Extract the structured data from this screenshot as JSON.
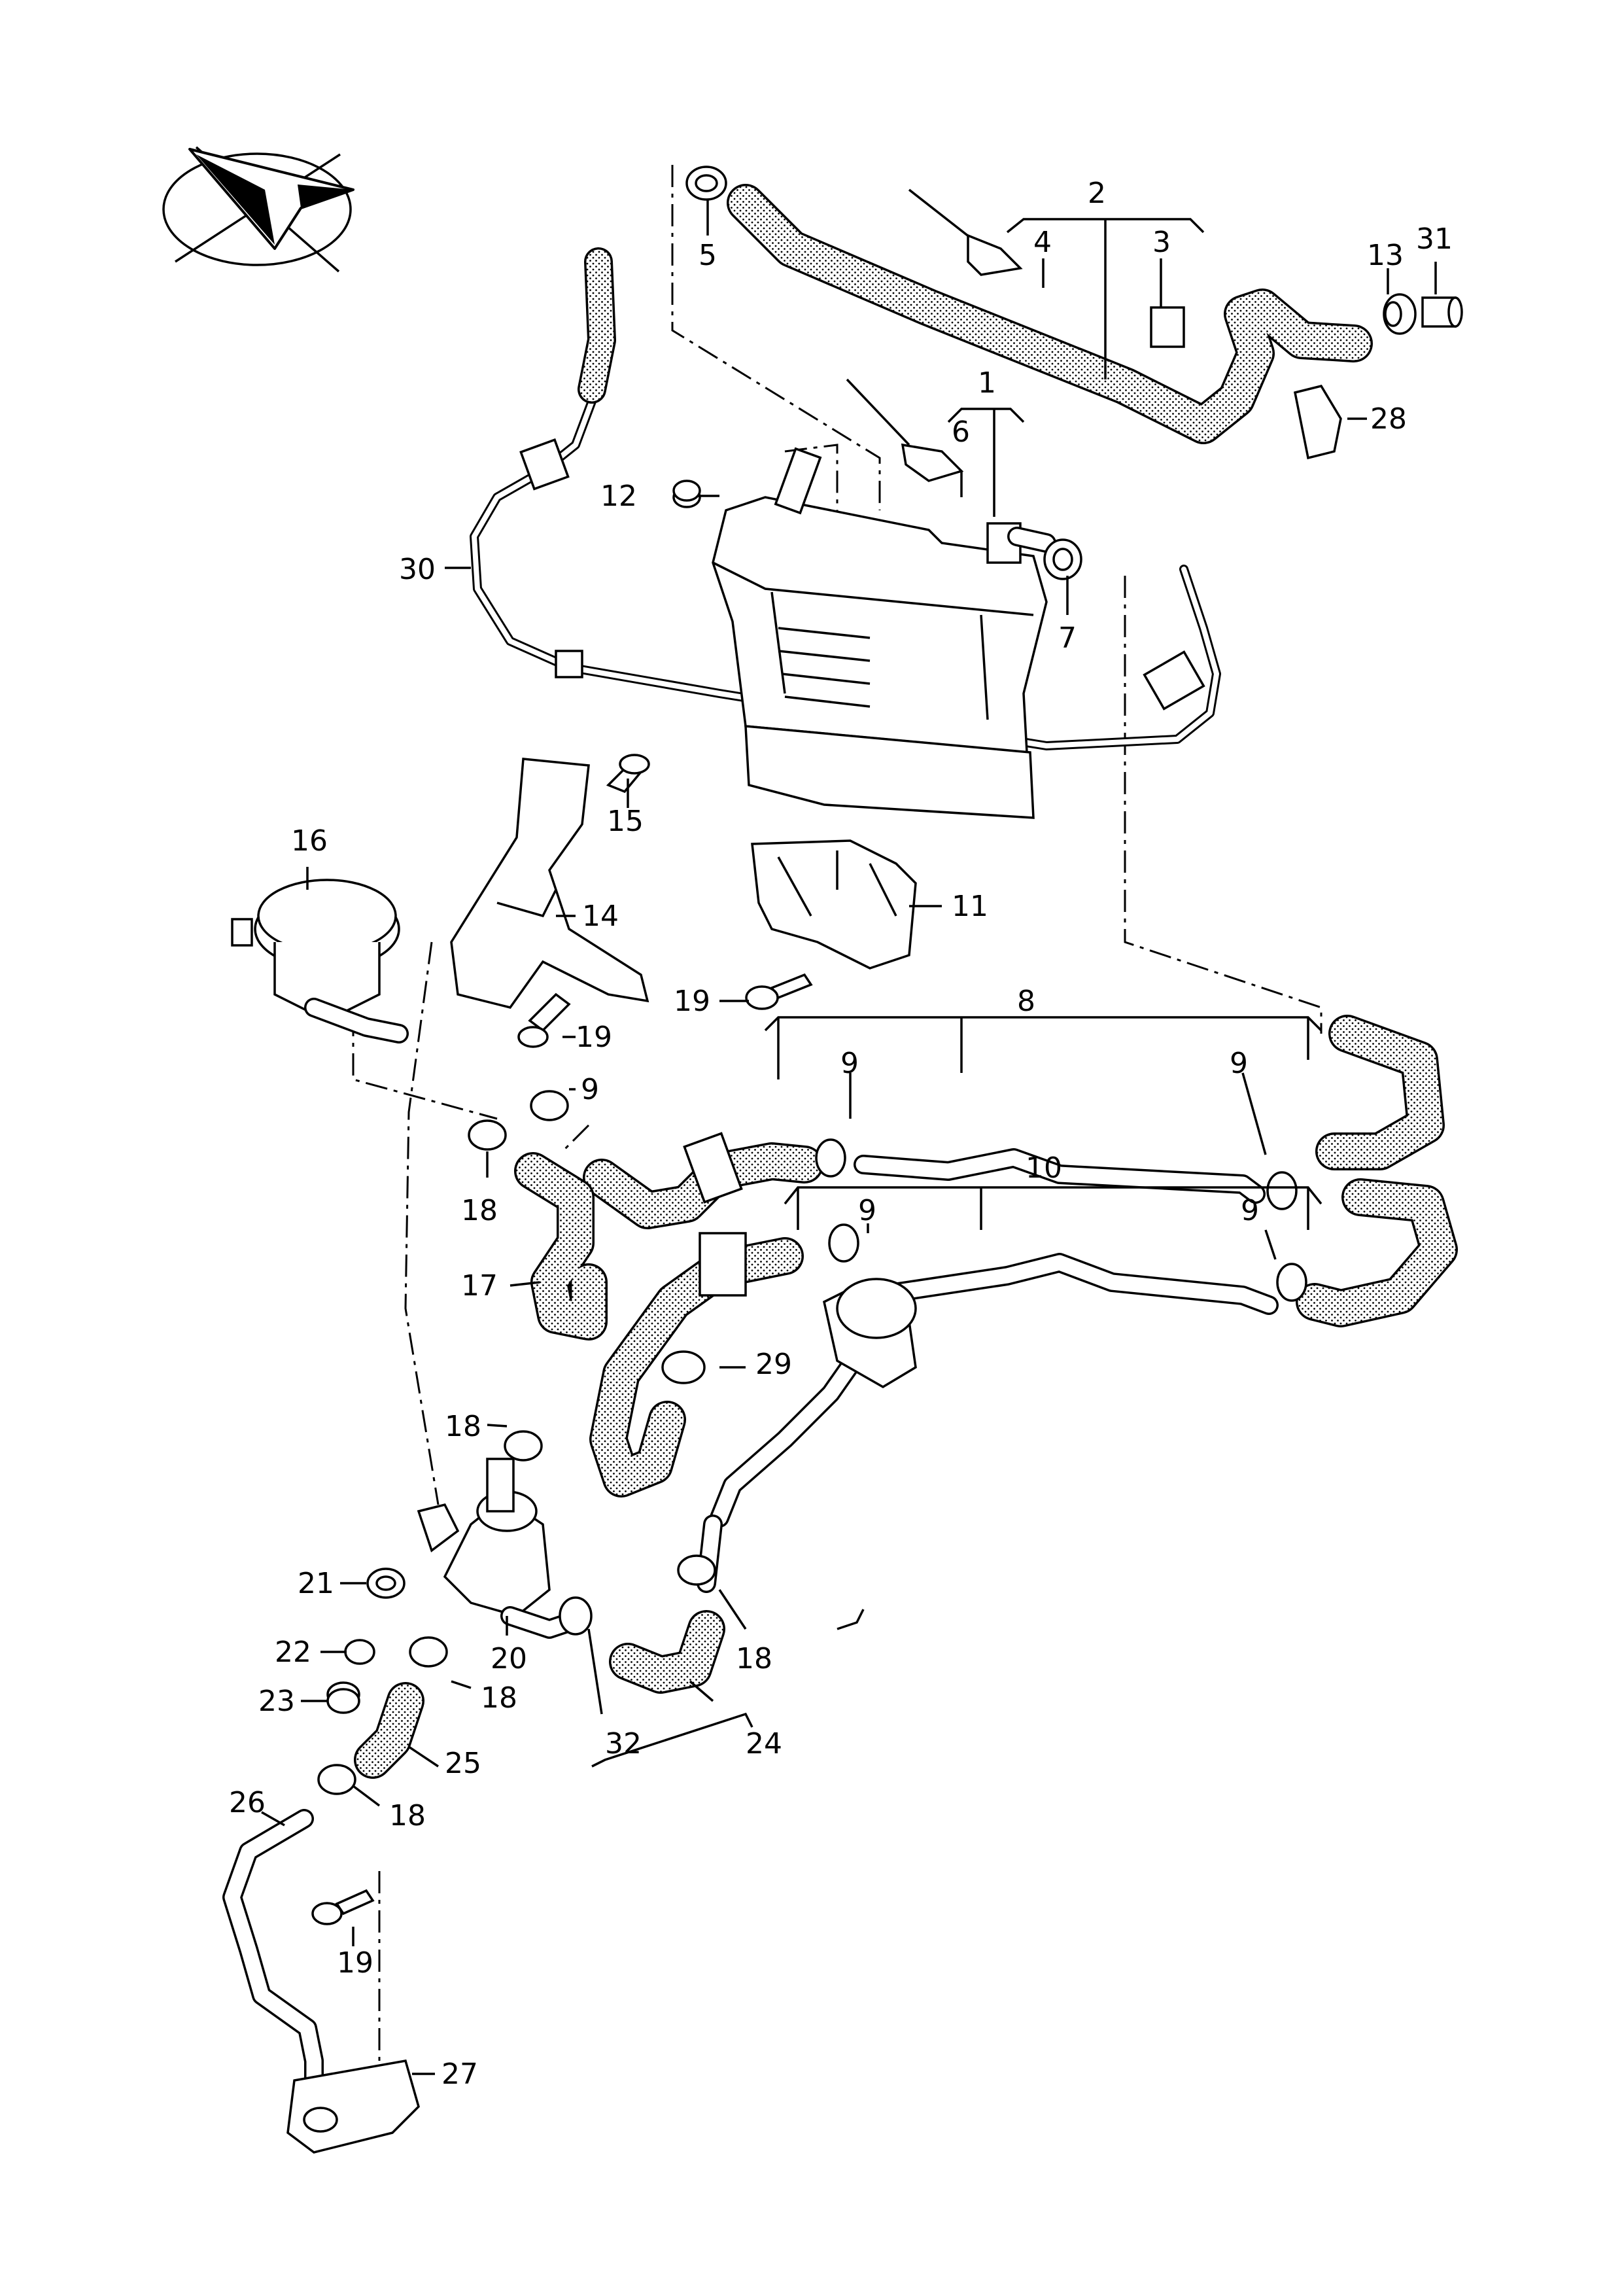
{
  "labels": {
    "p1": "1",
    "p2": "2",
    "p3": "3",
    "p4": "4",
    "p5": "5",
    "p6": "6",
    "p7": "7",
    "p8": "8",
    "p9a": "9",
    "p9b": "9",
    "p9c": "9",
    "p9d": "9",
    "p9e": "9",
    "p10": "10",
    "p11": "11",
    "p12": "12",
    "p13": "13",
    "p14": "14",
    "p15": "15",
    "p16": "16",
    "p17": "17",
    "p18a": "18",
    "p18b": "18",
    "p18c": "18",
    "p18d": "18",
    "p18e": "18",
    "p19a": "19",
    "p19b": "19",
    "p19c": "19",
    "p20": "20",
    "p21": "21",
    "p22": "22",
    "p23": "23",
    "p24": "24",
    "p25": "25",
    "p26": "26",
    "p27": "27",
    "p28": "28",
    "p29": "29",
    "p30": "30",
    "p31": "31",
    "p32": "32"
  },
  "colors": {
    "line": "#000000",
    "background": "#ffffff",
    "hose_stipple": "#000000"
  },
  "icons": {
    "orientation": "orientation-arrow-icon"
  }
}
